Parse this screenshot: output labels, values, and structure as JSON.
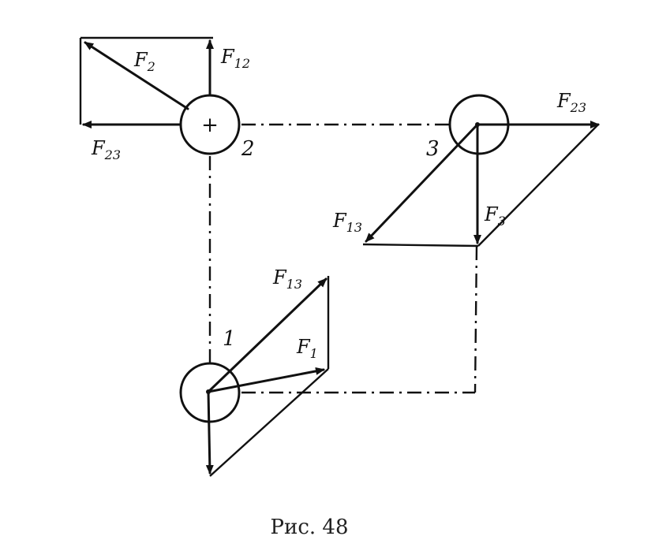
{
  "labels": {
    "f2": "F",
    "f2_sub": "2",
    "f12": "F",
    "f12_sub": "12",
    "f23_left": "F",
    "f23_left_sub": "23",
    "f23_right": "F",
    "f23_right_sub": "23",
    "f13_right": "F",
    "f13_right_sub": "13",
    "f3": "F",
    "f3_sub": "3",
    "f13_bottom": "F",
    "f13_bottom_sub": "13",
    "f1": "F",
    "f1_sub": "1"
  },
  "charges": {
    "c2_label": "2",
    "c2_symbol": "+",
    "c3_label": "3",
    "c1_label": "1"
  },
  "caption": "Рис. 48"
}
